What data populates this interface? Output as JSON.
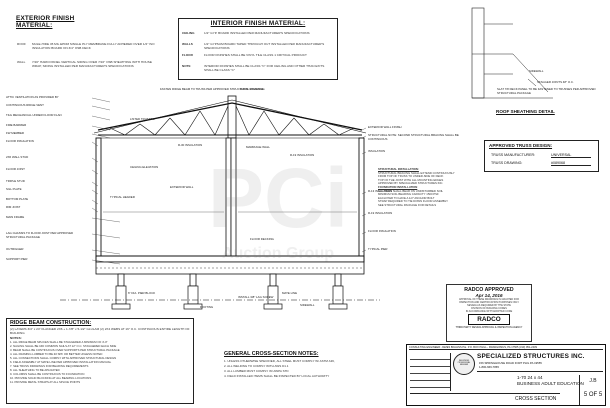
{
  "exterior": {
    "title": "EXTERIOR FINISH MATERIAL:",
    "roof_key": "ROOF",
    "roof_text": "MULE-HIDE 45 MIL EPDM SINGLE PLY MEMBRANE FULLY ADHERED OVER 1/2\" ISO INSULATION BOARD ON 3/4\" OSB DECK",
    "wall_key": "WALL",
    "wall_text": "7/16\" HARDI PANEL VERTICAL SIDING OVER 7/16\" OSB SHEATHING WITH HOUSE WRAP, SIDING INSTALLED PER MANUFACTURER'S SPECIFICATIONS"
  },
  "interior": {
    "title": "INTERIOR FINISH MATERIAL:",
    "rows": [
      {
        "k": "CEILING",
        "v": "1/2\" GYP. BOARD INSTALLED PER MANUFACTURER'S SPECIFICATIONS"
      },
      {
        "k": "WALLS",
        "v": "1/2\" GYPSUM BOARD TAPED THROUGH OUT INSTALLED PER MANUFACTURER'S SPECIFICATIONS"
      },
      {
        "k": "FLOOR",
        "v": "FLOOR FINISHES SHALL BE VINYL TILE CLASS 1 CRITICAL PRODUCT"
      },
      {
        "k": "NOTE",
        "v": "INTERIOR FINISHES SHALL BE CLASS \"C\" FOR CEILING AND OTHER THAN EXITS SHALL BE CLASS \"C\""
      }
    ]
  },
  "sheathing": {
    "lbl_sidewall": "SIDEWALL",
    "lbl_stagger": "STAGGER JOINTS 48\" O.C.",
    "lbl_note": "SLAT 7/8 DECK PANEL TO BE FASTENED TO TRUSSES PER APPROVED STRUCTURAL PACKAGE",
    "title": "ROOF SHEATHING DETAIL"
  },
  "section_labels": {
    "left": [
      "ATTIC VENTILATION AS PROVIDED BY",
      "CONTINUOUS RIDGE VENT",
      "T&G MECHANICAL UNDER FLOOR FLAN",
      "FIRE BARRIER",
      "FW MEMBER",
      "FLOOR INSULATION",
      "2X6 WALL STUD",
      "FLOOR JOIST",
      "TRIPLE STUD",
      "SILL PLATE",
      "BOTTOM PLATE",
      "RIM JOIST",
      "MAIN FRAME",
      "LAG CHASSIS TO FLOOR JOIST PER APPROVED STRUCTURAL PACKAGE",
      "OUTRIGGER",
      "SUPPORT PIER"
    ],
    "top": [
      "FASTEN RIDGE BEAM TO TRUSS PER APPROVED STRUCTURAL PACKAGE",
      "ROOF COVERING",
      "LISTED TRUSSES",
      "R-30 INSULATION",
      "MARRIAGE WALL",
      "R-19 INSULATION",
      "CEILING ELEVATION",
      "TYPICAL HEADER",
      "EXTERIOR WALL",
      "FLOOR DECKING"
    ],
    "right": [
      "EXTERIOR WALL FINISH",
      "STRUCTURAL NOTE: SECOND STRUCTURAL BRACING SHALL BE CONTINUOUS",
      "INSULATION",
      "R-13 INSULATION",
      "R-19 INSULATION",
      "FLOOR INSULATION",
      "TYPICAL PIER"
    ],
    "bottom": [
      "6\" DIA. PIER BLOCK",
      "FOOTING",
      "INSTALL 3/8\" LAG SCREW",
      "MATE LINE",
      "SIDEWALL"
    ]
  },
  "truss": {
    "title": "APPROVED TRUSS DESIGN:",
    "mfr_label": "TRUSS MANUFACTURER:",
    "mfr_value": "UNIVERSAL",
    "drawing_label": "TRUSS DRAWING:",
    "drawing_value": "#089068"
  },
  "structural_text": [
    "STRUCTURAL INSTALLATION:",
    "STRUCTURAL BRACING SHALL EXTEND CONTINUOUSLY",
    "FROM TOP OF TRUSS TO UNDER-SIDE OF DECK",
    "TOP OF THE JOIST WITH ALL MOUNTING EDGES",
    "APPROVED BY SPECIALIZED STRUCTURES INC.",
    "FOUNDATION INSTALLATION",
    "ALL PIERS SHALL BEAR ON UNDISTURBED SOIL",
    "MINIMUM SOIL BEARING CAPACITY 1500 PSF",
    "EACH PIER TO HAVE A 1/2\" ANCHOR BOLT",
    "STRAP REQUIRED TO TIE DOWN FLOOR ASSEMBLY",
    "SEE STRUCTURAL PACKAGE FOR DETAILS"
  ],
  "stamp": {
    "title": "RADCO APPROVED",
    "date": "Apr 14, 2016",
    "lines": [
      "APPROVAL OF THESE DRAWINGS IS GRANTED FOR",
      "INSPECTION AND CERTIFICATION PURPOSES ONLY",
      "NEVADA AS REQUIRED BY THE STATE",
      "DIVISION OF BUILDING CODES",
      "IN ACCORDANCE WITH ADOPTED CODE"
    ],
    "logo": "RADCO",
    "foot": "THIRD PARTY DESIGN APPROVAL & INSPECTION AGENCY"
  },
  "ridge": {
    "title": "RIDGE BEAM CONSTRUCTION:",
    "intro": "(2) LAYERS 3/4\" x 24\" FLANGED 2X6 + 1-7/8\" x 5-1/2\" GLULAM (2) 2X4 WEBS AT 16\" O.C. CONTINUOUS ENTIRE LENGTH OF BUILDING",
    "notes_head": "NOTES:",
    "notes": [
      "1. ALL RIDGE BEAM SPLICES SHALL BE STAGGERED A MINIMUM OF 4'-0\"",
      "2. NAILING SHALL BE 16D COMMON NAILS AT 12\" O.C. STAGGERED EACH SIDE",
      "3. BEAM SHALL BE CONTINUOUS OVER SUPPORTS PER STRUCTURAL PACKAGE",
      "4. ALL FRAMING LUMBER TO BE #2 SPF OR BETTER UNLESS NOTED",
      "5. ALL CONNECTIONS SHALL COMPLY WITH APPROVED STRUCTURAL DESIGN",
      "6. FIELD ASSEMBLY AT MATE LINE PER APPROVED INSTALLATION MANUAL",
      "7. SEE TRUSS DRAWINGS FOR BEARING REQUIREMENTS",
      "8. ALL SHEATHING TO BE APA RATED",
      "9. COLUMNS SHALL BE CONTINUOUS TO FOUNDATION",
      "10. PROVIDE SOLID BLOCKING AT ALL BEARING LOCATIONS",
      "11. PROVIDE METAL STRAPS AT ALL SPLICE POINTS"
    ]
  },
  "general": {
    "title": "GENERAL CROSS-SECTION NOTES:",
    "notes": [
      "1. UNLESS OTHERWISE SPECIFIED, ALL STEEL MUST COMPLY W/ ASTM A36,",
      "2. ALL WELDING TO COMPLY WITH AWS D1.1",
      "3. ALL LUMBER MUST COMPLY W/ AWPA STD",
      "4. FIELD INSTALLED ITEMS SHALL BE INSPECTED BY LOCAL AUTHORITY"
    ]
  },
  "consult": {
    "line": "CONSULTING ENGINEER: JAMES BIGGINS P.E.    P.O. BOX PHILL - PAWAGOMUS, PA 17565 (310) 951-2439"
  },
  "company": {
    "name": "SPECIALIZED STRUCTURES INC.",
    "addr": "156 SPRINGHOUSE ROAD FORT PHIL PA 19555",
    "phone": "1-800-666-7865",
    "desc1": "1-70 24 x 44",
    "desc2": "BUSINESS ADULT EDUCATION",
    "section": "CROSS SECTION",
    "sheet": "5 OF 5",
    "drawn": "J.B"
  },
  "seal": {
    "text": "REGISTERED PROFESSIONAL ENGINEER"
  },
  "watermark": {
    "big": "PCi",
    "small": "Auction Group"
  }
}
